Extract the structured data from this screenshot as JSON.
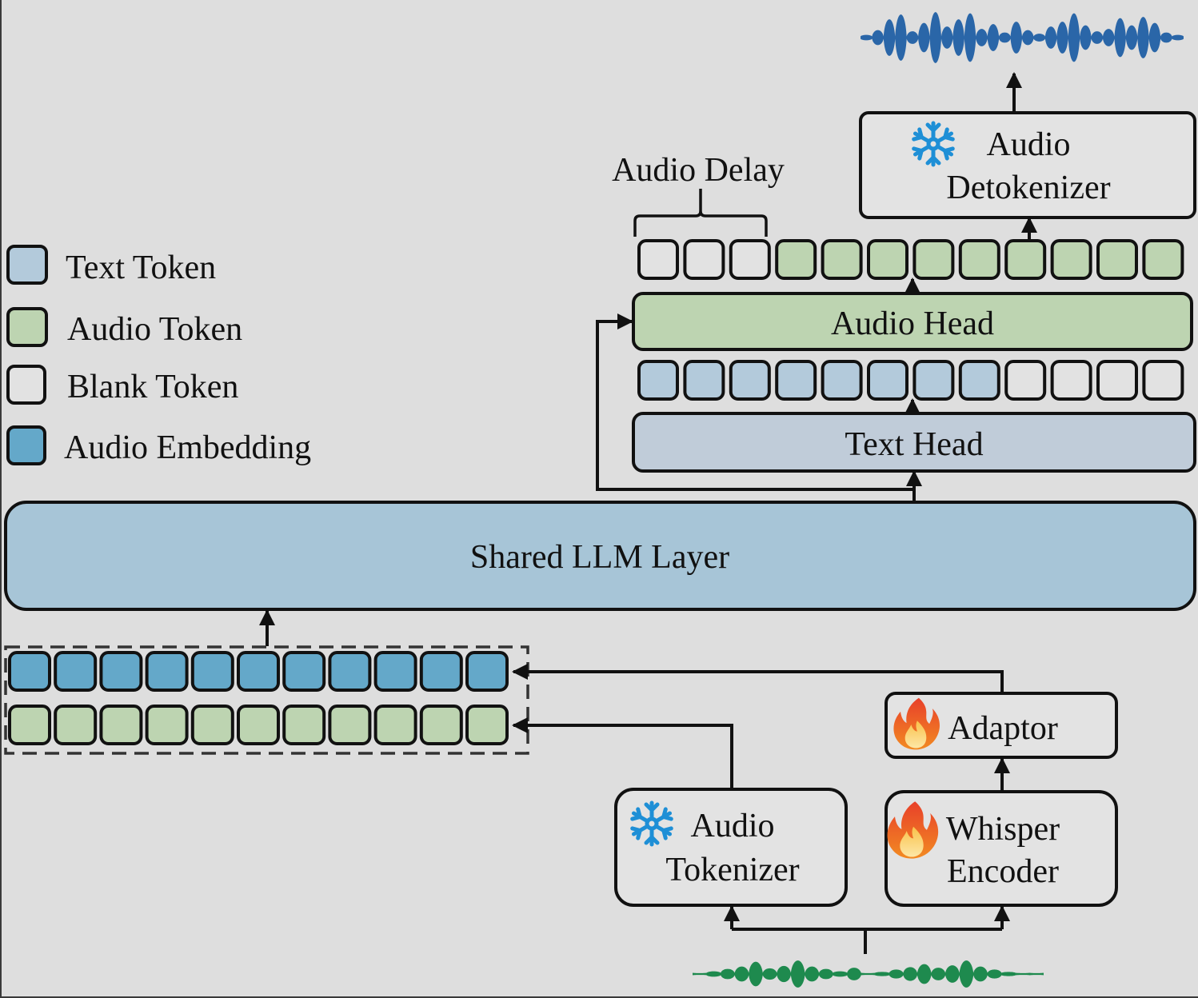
{
  "figure": {
    "title": "Audio LLM architecture diagram",
    "colors": {
      "background": "#dedede",
      "text_token": "#b3cadb",
      "audio_token": "#bdd4b1",
      "blank_token": "#e2e2e2",
      "audio_embedding": "#64a8c9",
      "shared_llm": "#a7c5d7",
      "text_head": "#c0ccd9",
      "audio_head": "#bdd4b1",
      "output_waveform": "#2a66a8",
      "input_waveform": "#1e8a4e",
      "snowflake": "#1e8fd6",
      "stroke": "#111111"
    }
  },
  "legend": {
    "items": [
      {
        "key": "text_token",
        "label": "Text Token"
      },
      {
        "key": "audio_token",
        "label": "Audio Token"
      },
      {
        "key": "blank_token",
        "label": "Blank Token"
      },
      {
        "key": "audio_embedding",
        "label": "Audio Embedding"
      }
    ]
  },
  "blocks": {
    "shared_llm": {
      "label": "Shared LLM Layer"
    },
    "text_head": {
      "label": "Text Head"
    },
    "audio_head": {
      "label": "Audio Head"
    },
    "audio_detokenizer": {
      "line1": "Audio",
      "line2": "Detokenizer",
      "state": "frozen",
      "icon": "snowflake-icon"
    },
    "audio_tokenizer": {
      "line1": "Audio",
      "line2": "Tokenizer",
      "state": "frozen",
      "icon": "snowflake-icon"
    },
    "whisper_encoder": {
      "line1": "Whisper",
      "line2": "Encoder",
      "state": "trainable",
      "icon": "fire-icon"
    },
    "adaptor": {
      "label": "Adaptor",
      "state": "trainable",
      "icon": "fire-icon"
    }
  },
  "annotations": {
    "audio_delay": "Audio Delay"
  },
  "sequences": {
    "audio_output_row": [
      "blank",
      "blank",
      "blank",
      "audio",
      "audio",
      "audio",
      "audio",
      "audio",
      "audio",
      "audio",
      "audio",
      "audio"
    ],
    "text_output_row": [
      "text",
      "text",
      "text",
      "text",
      "text",
      "text",
      "text",
      "text",
      "blank",
      "blank",
      "blank",
      "blank"
    ],
    "input_embedding_row": [
      "embedding",
      "embedding",
      "embedding",
      "embedding",
      "embedding",
      "embedding",
      "embedding",
      "embedding",
      "embedding",
      "embedding",
      "embedding"
    ],
    "input_audio_row": [
      "audio",
      "audio",
      "audio",
      "audio",
      "audio",
      "audio",
      "audio",
      "audio",
      "audio",
      "audio",
      "audio"
    ]
  }
}
